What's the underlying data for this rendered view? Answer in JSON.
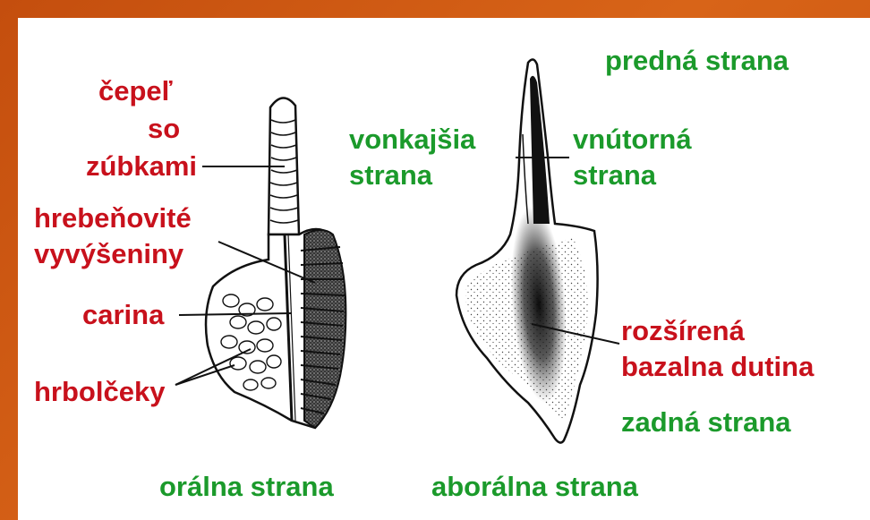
{
  "labels": {
    "cepel_line1": "čepeľ",
    "cepel_line2": "so",
    "cepel_line3": "zúbkami",
    "hrebenovite_line1": "hrebeňovité",
    "hrebenovite_line2": "vyvýšeniny",
    "carina": "carina",
    "hrbolceky": "hrbolčeky",
    "predna_strana": "predná strana",
    "vonkajsia_line1": "vonkajšia",
    "vonkajsia_line2": "strana",
    "vnutorna_line1": "vnútorná",
    "vnutorna_line2": "strana",
    "rozsirena_line1": "rozšírená",
    "rozsirena_line2": "bazalna dutina",
    "zadna_strana": "zadná strana",
    "oralna_strana": "orálna strana",
    "aboralna_strana": "aborálna strana"
  },
  "colors": {
    "frame": "#cf5a12",
    "panel": "#ffffff",
    "red_label": "#c8111c",
    "green_label": "#1b9a2b"
  }
}
